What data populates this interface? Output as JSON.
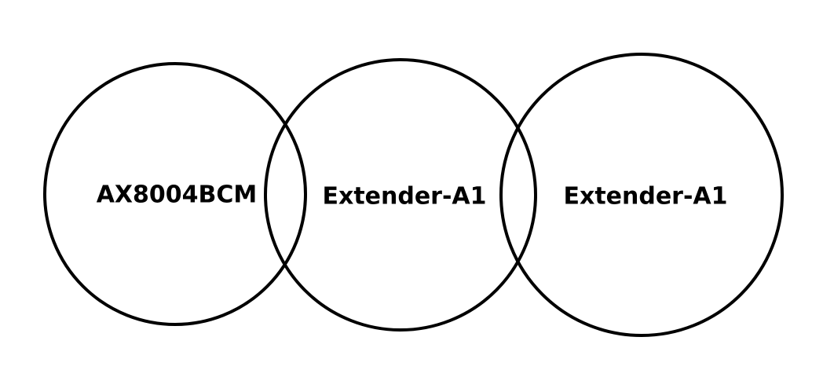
{
  "nodes": [
    {
      "label": "AX8004BCM"
    },
    {
      "label": "Extender-A1"
    },
    {
      "label": "Extender-A1"
    }
  ],
  "colors": {
    "background": "#ffffff",
    "stroke": "#000000",
    "text": "#000000"
  }
}
